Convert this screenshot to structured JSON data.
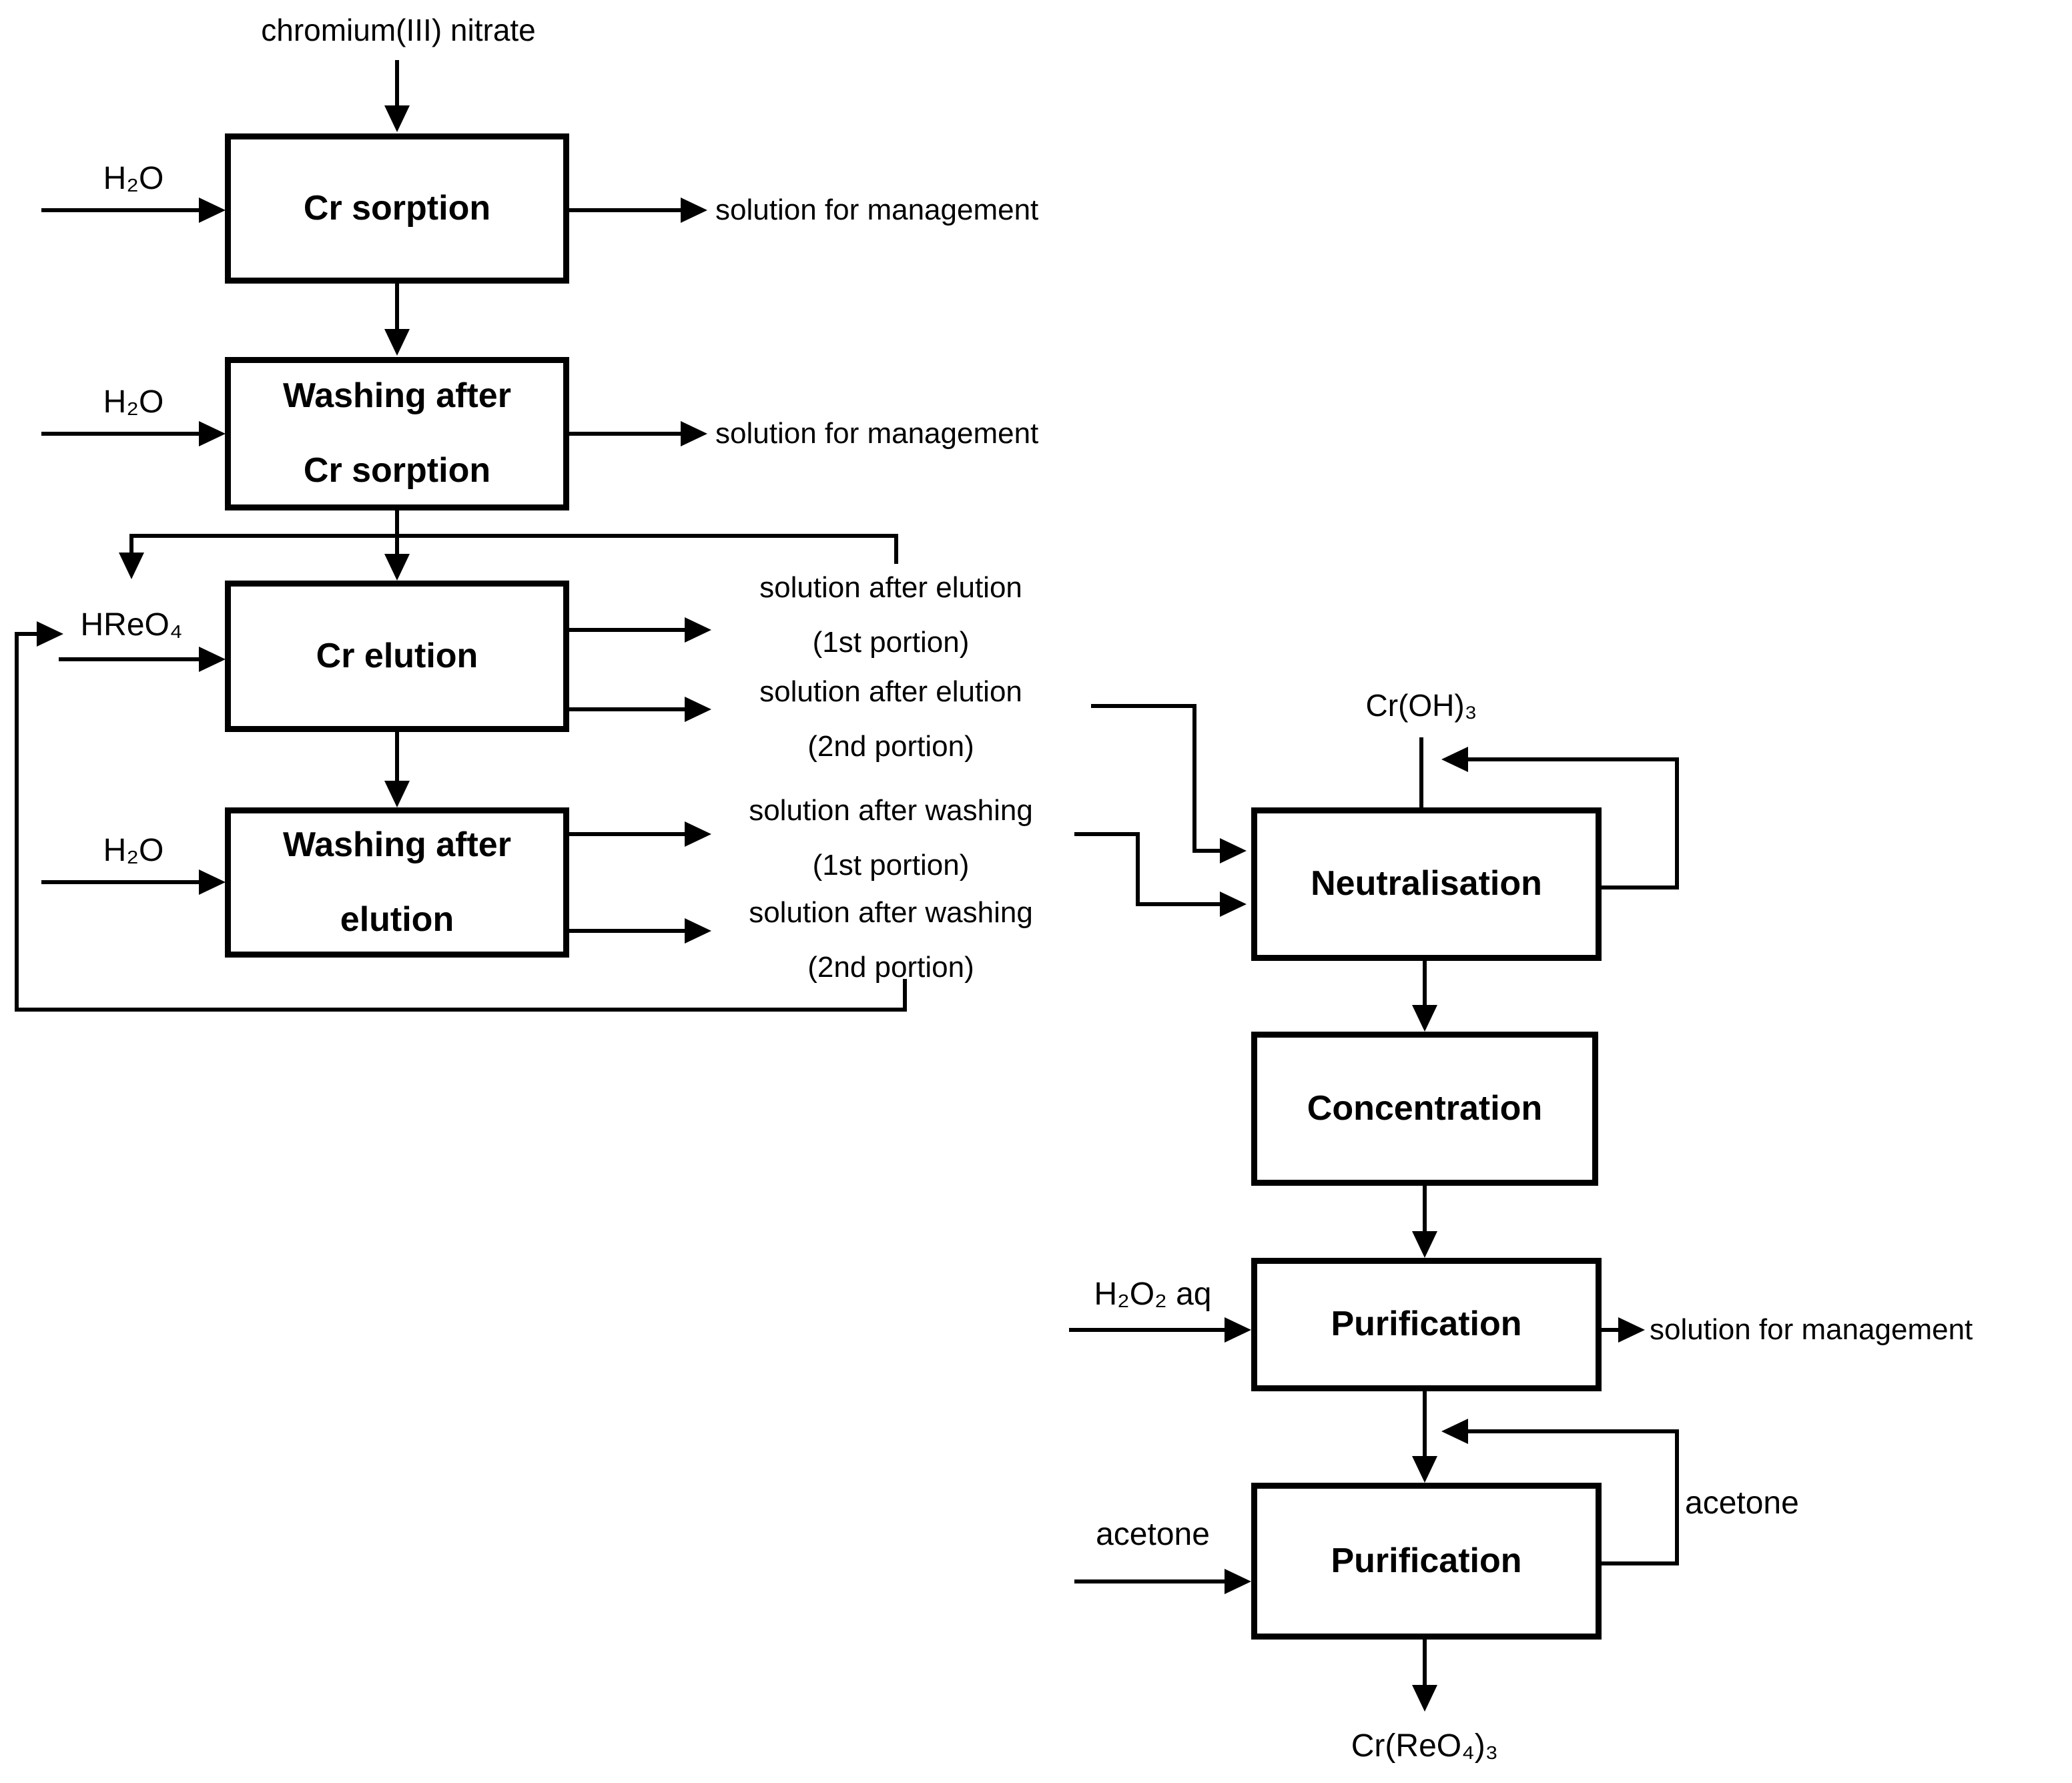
{
  "colors": {
    "background": "#ffffff",
    "line": "#000000",
    "text": "#000000"
  },
  "boxes": {
    "cr_sorption": {
      "label": "Cr sorption"
    },
    "washing_after_sorption": {
      "label": "Washing after Cr sorption"
    },
    "cr_elution": {
      "label": "Cr elution"
    },
    "washing_after_elution": {
      "label": "Washing after elution"
    },
    "neutralisation": {
      "label": "Neutralisation"
    },
    "concentration": {
      "label": "Concentration"
    },
    "purification_1": {
      "label": "Purification"
    },
    "purification_2": {
      "label": "Purification"
    }
  },
  "inputs": {
    "chromium_nitrate": "chromium(III) nitrate",
    "h2o_sorption": "H₂O",
    "h2o_washing_sorption": "H₂O",
    "hreo4": "HReO₄",
    "h2o_washing_elution": "H₂O",
    "cr_oh3": "Cr(OH)₃",
    "h2o2_aq": "H₂O₂ aq",
    "acetone_feed": "acetone",
    "acetone_recycle": "acetone"
  },
  "outputs": {
    "management_1": "solution for management",
    "management_2": "solution for management",
    "management_3": "solution for management",
    "elution_1": {
      "line1": "solution after elution",
      "line2": "(1st portion)"
    },
    "elution_2": {
      "line1": "solution after elution",
      "line2": "(2nd portion)"
    },
    "washing_1": {
      "line1": "solution after washing",
      "line2": "(1st portion)"
    },
    "washing_2": {
      "line1": "solution after washing",
      "line2": "(2nd portion)"
    },
    "final_product": "Cr(ReO₄)₃"
  }
}
